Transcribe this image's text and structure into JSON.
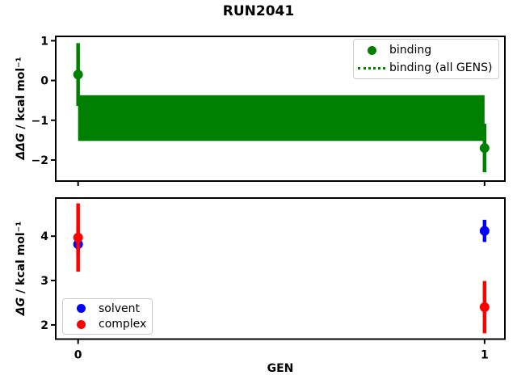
{
  "figure": {
    "background": "#ffffff"
  },
  "style": {
    "marker_size": 12,
    "errorbar_width": 4.5,
    "spine_width": 2,
    "tick_width": 2,
    "tick_length": 6,
    "axis_color": "#000000",
    "legend_border": "#cccccc"
  },
  "chart_data": [
    {
      "type": "scatter",
      "subplot": "top",
      "title": "RUN2041",
      "ylabel": "ΔΔG / kcal mol⁻¹",
      "ylabel_math": "ΔΔG",
      "ylabel_unit": " / kcal mol⁻¹",
      "xlabel": "",
      "xlim": [
        -0.055,
        1.05
      ],
      "ylim": [
        -2.53,
        1.11
      ],
      "xticks": [
        0,
        1
      ],
      "show_xtick_labels": false,
      "yticks": [
        1,
        0,
        -1,
        -2
      ],
      "grid": false,
      "legend_position": "upper right",
      "legend": [
        {
          "label": "binding",
          "marker": "dot",
          "color": "#008000"
        },
        {
          "label": "binding (all GENS)",
          "marker": "dotted-line",
          "color": "#008000"
        }
      ],
      "band": {
        "name": "binding (all GENS)",
        "color": "#008000",
        "x": [
          0,
          1
        ],
        "y_low": -1.52,
        "y_high": -0.37,
        "center": -0.95
      },
      "series": [
        {
          "name": "binding",
          "color": "#008000",
          "x": [
            0,
            1
          ],
          "y": [
            0.15,
            -1.7
          ],
          "yerr": [
            0.79,
            0.61
          ]
        }
      ]
    },
    {
      "type": "scatter",
      "subplot": "bottom",
      "title": "",
      "ylabel": "ΔG / kcal mol⁻¹",
      "ylabel_math": "ΔG",
      "ylabel_unit": " / kcal mol⁻¹",
      "xlabel": "GEN",
      "xlim": [
        -0.055,
        1.05
      ],
      "ylim": [
        1.68,
        4.86
      ],
      "xticks": [
        0,
        1
      ],
      "show_xtick_labels": true,
      "yticks": [
        4,
        3,
        2
      ],
      "grid": false,
      "legend_position": "lower left",
      "legend": [
        {
          "label": "solvent",
          "marker": "dot",
          "color": "#0000ff"
        },
        {
          "label": "complex",
          "marker": "dot",
          "color": "#ff0000"
        }
      ],
      "series": [
        {
          "name": "solvent",
          "color": "#0000ff",
          "x": [
            0,
            1
          ],
          "y": [
            3.82,
            4.12
          ],
          "yerr": [
            0.2,
            0.25
          ]
        },
        {
          "name": "complex",
          "color": "#ff0000",
          "x": [
            0,
            1
          ],
          "y": [
            3.97,
            2.4
          ],
          "yerr": [
            0.77,
            0.59
          ]
        }
      ]
    }
  ]
}
